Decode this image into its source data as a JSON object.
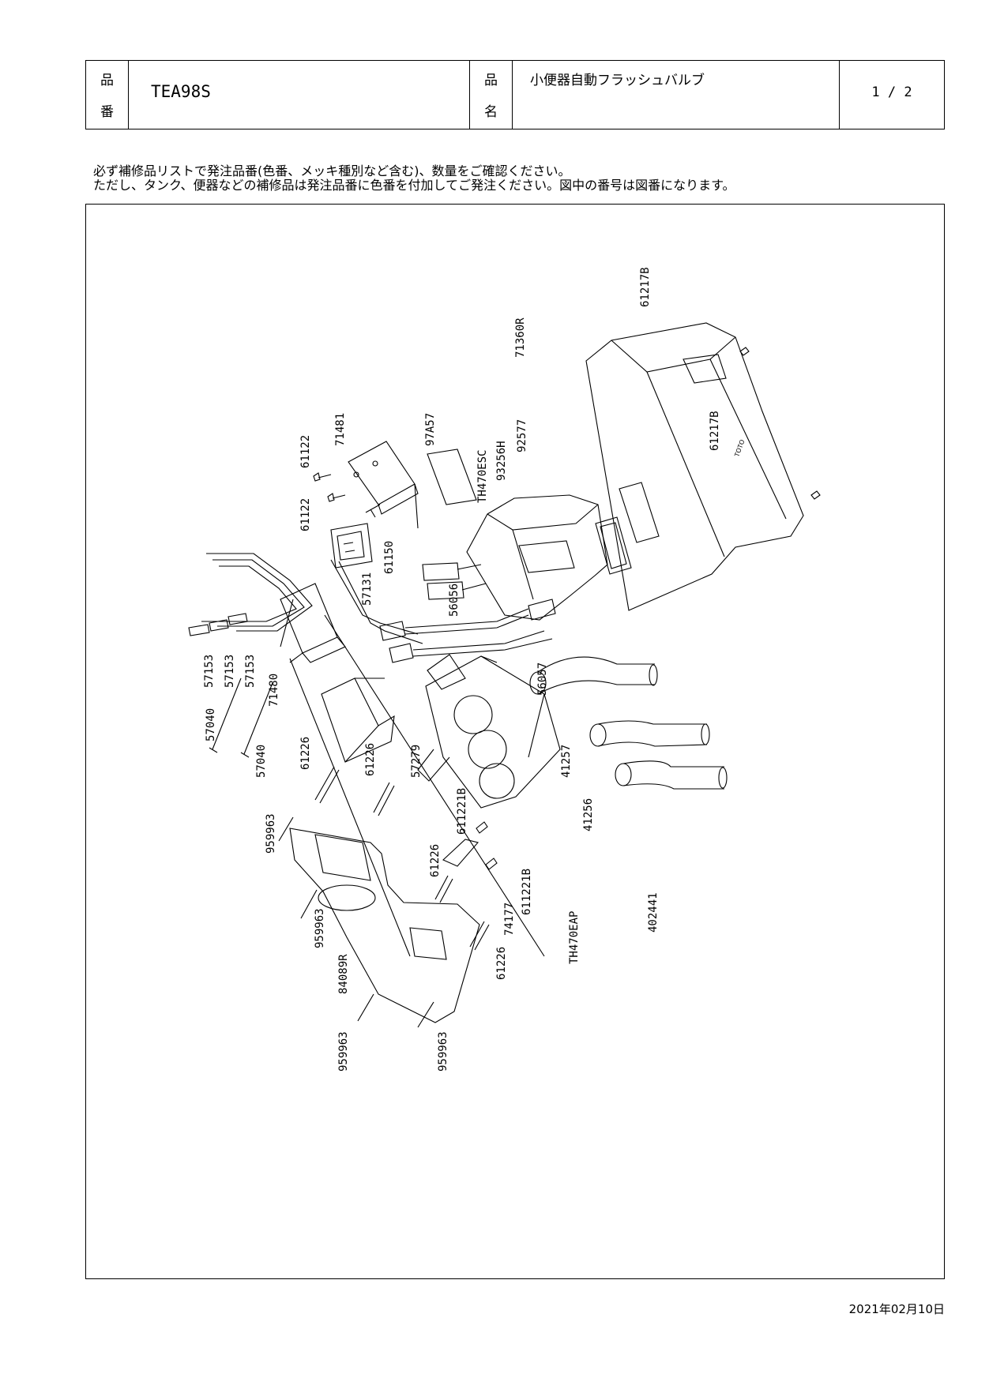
{
  "header": {
    "hinban_label_1": "品",
    "hinban_label_2": "番",
    "code": "TEA98S",
    "hinmei_label_1": "品",
    "hinmei_label_2": "名",
    "product_name": "小便器自動フラッシュバルブ",
    "page": "1 / 2"
  },
  "notes": {
    "line1": "必ず補修品リストで発注品番(色番、メッキ種別など含む)、数量をご確認ください。",
    "line2": "ただし、タンク、便器などの補修品は発注品番に色番を付加してご発注ください。図中の番号は図番になります。"
  },
  "footer": {
    "date": "2021年02月10日"
  },
  "diagram": {
    "brand": "TOTO",
    "labels": [
      "61217B",
      "71360R",
      "61217B",
      "92577",
      "93256H",
      "TH470ESC",
      "97A57",
      "71481",
      "61122",
      "61122",
      "61150",
      "57131",
      "56056",
      "56057",
      "57153",
      "57153",
      "57153",
      "71480",
      "57279",
      "41257",
      "41256",
      "402441",
      "TH470EAP",
      "57040",
      "57040",
      "61226",
      "61226",
      "959963",
      "611221B",
      "61226",
      "611221B",
      "74177",
      "61226",
      "959963",
      "84089R",
      "959963",
      "959963"
    ]
  }
}
